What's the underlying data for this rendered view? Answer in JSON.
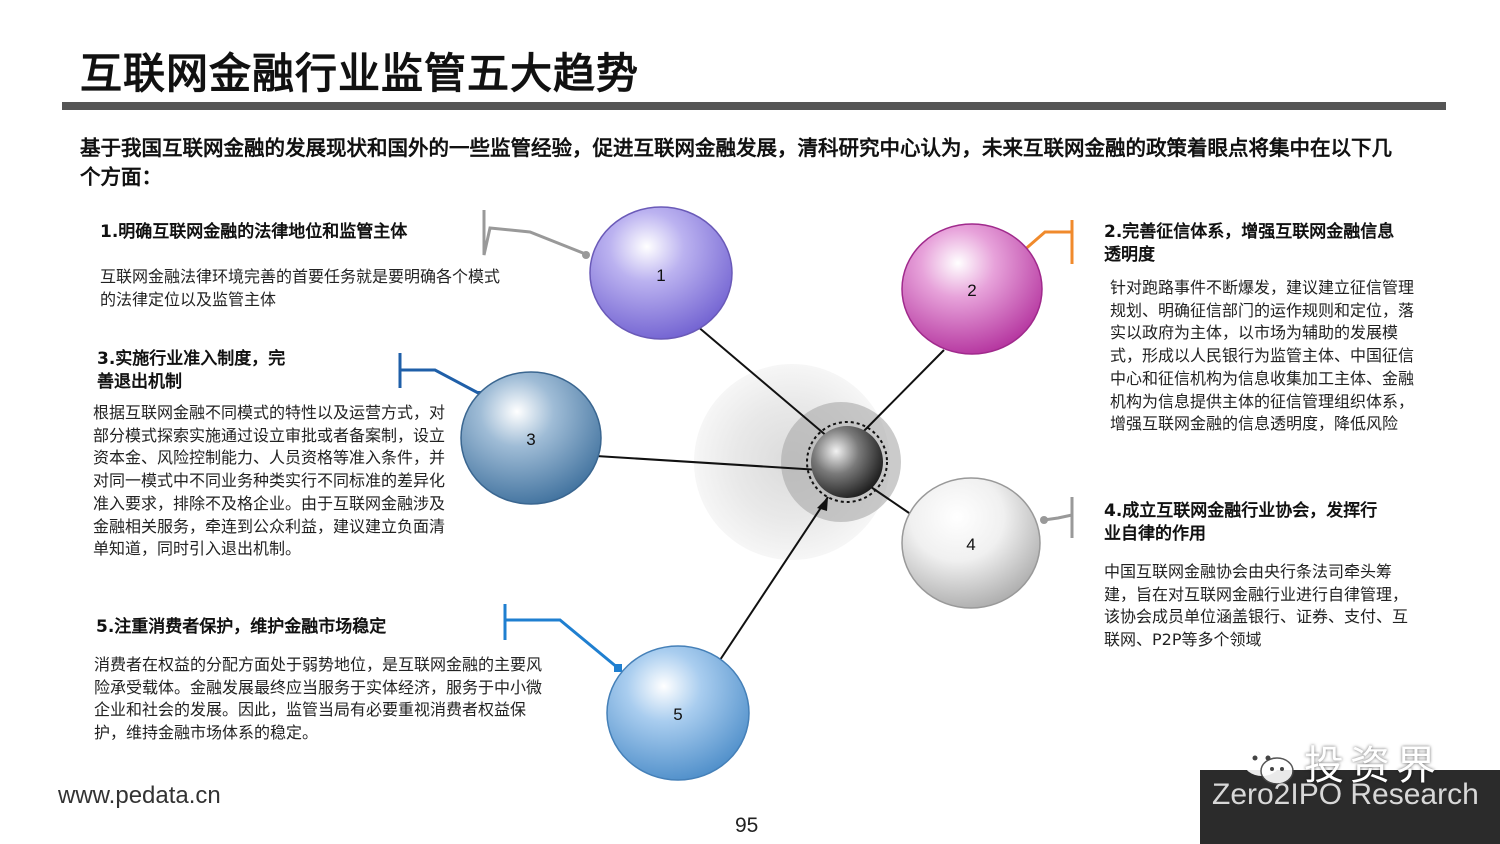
{
  "header": {
    "title": "互联网金融行业监管五大趋势"
  },
  "intro": {
    "text": "基于我国互联网金融的发展现状和国外的一些监管经验，促进互联网金融发展，清科研究中心认为，未来互联网金融的政策着眼点将集中在以下几个方面："
  },
  "trends": [
    {
      "node_label": "1",
      "heading": "1.明确互联网金融的法律地位和监管主体",
      "body": "互联网金融法律环境完善的首要任务就是要明确各个模式的法律定位以及监管主体",
      "sphere_color": "#8c7ee0",
      "connector_color": "#999999"
    },
    {
      "node_label": "2",
      "heading": "2.完善征信体系，增强互联网金融信息透明度",
      "body": "针对跑路事件不断爆发，建议建立征信管理规划、明确征信部门的运作规则和定位，落实以政府为主体，以市场为辅助的发展模式，形成以人民银行为监管主体、中国征信中心和征信机构为信息收集加工主体、金融机构为信息提供主体的征信管理组织体系，增强互联网金融的信息透明度，降低风险",
      "sphere_color": "#c94bb4",
      "connector_color": "#f08a2c"
    },
    {
      "node_label": "3",
      "heading": "3.实施行业准入制度，完善退出机制",
      "body": "根据互联网金融不同模式的特性以及运营方式，对部分模式探索实施通过设立审批或者备案制，设立资本金、风险控制能力、人员资格等准入条件，并对同一模式中不同业务种类实行不同标准的差异化准入要求，排除不及格企业。由于互联网金融涉及金融相关服务，牵连到公众利益，建议建立负面清单知道，同时引入退出机制。",
      "sphere_color": "#5c8db8",
      "connector_color": "#1f5fa8"
    },
    {
      "node_label": "4",
      "heading": "4.成立互联网金融行业协会，发挥行业自律的作用",
      "body": "中国互联网金融协会由央行条法司牵头筹建，旨在对互联网金融行业进行自律管理，该协会成员单位涵盖银行、证券、支付、互联网、P2P等多个领域",
      "sphere_color": "#d4d4d4",
      "connector_color": "#999999"
    },
    {
      "node_label": "5",
      "heading": "5.注重消费者保护，维护金融市场稳定",
      "body": "消费者在权益的分配方面处于弱势地位，是互联网金融的主要风险承受载体。金融发展最终应当服务于实体经济，服务于中小微企业和社会的发展。因此，监管当局有必要重视消费者权益保护，维持金融市场体系的稳定。",
      "sphere_color": "#6ea8de",
      "connector_color": "#1f7fd0"
    }
  ],
  "footer": {
    "url": "www.pedata.cn",
    "page_number": "95"
  },
  "watermark": {
    "brand": "投资界",
    "sub": "Zero2IPO Research",
    "icon": "wechat-icon"
  }
}
